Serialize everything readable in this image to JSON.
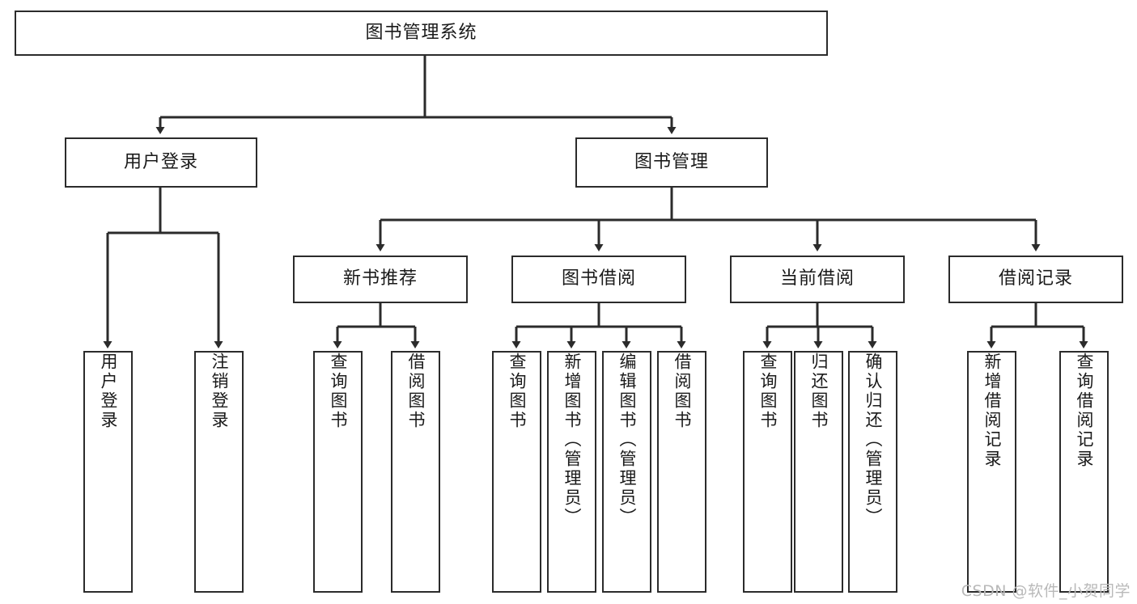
{
  "diagram": {
    "title": "图书管理系统",
    "type": "tree-hierarchy-diagram",
    "watermark": "CSDN @软件_小贺同学",
    "colors": {
      "box_border": "#2b2b2b",
      "box_fill": "#ffffff",
      "connector": "#2b2b2b",
      "text": "#1a1a1a",
      "watermark": "#b9b9b9"
    },
    "root": {
      "label": "图书管理系统"
    },
    "level2": [
      {
        "label": "用户登录"
      },
      {
        "label": "图书管理"
      }
    ],
    "level3": [
      {
        "label": "新书推荐"
      },
      {
        "label": "图书借阅"
      },
      {
        "label": "当前借阅"
      },
      {
        "label": "借阅记录"
      }
    ],
    "leaves": {
      "user_login": [
        {
          "label": "用户登录"
        },
        {
          "label": "注销登录"
        }
      ],
      "new_book_recommend": [
        {
          "label": "查询图书"
        },
        {
          "label": "借阅图书"
        }
      ],
      "book_borrow": [
        {
          "label": "查询图书"
        },
        {
          "label": "新增图书（管理员）"
        },
        {
          "label": "编辑图书（管理员）"
        },
        {
          "label": "借阅图书"
        }
      ],
      "current_borrow": [
        {
          "label": "查询图书"
        },
        {
          "label": "归还图书"
        },
        {
          "label": "确认归还（管理员）"
        }
      ],
      "borrow_record": [
        {
          "label": "新增借阅记录"
        },
        {
          "label": "查询借阅记录"
        }
      ]
    }
  }
}
